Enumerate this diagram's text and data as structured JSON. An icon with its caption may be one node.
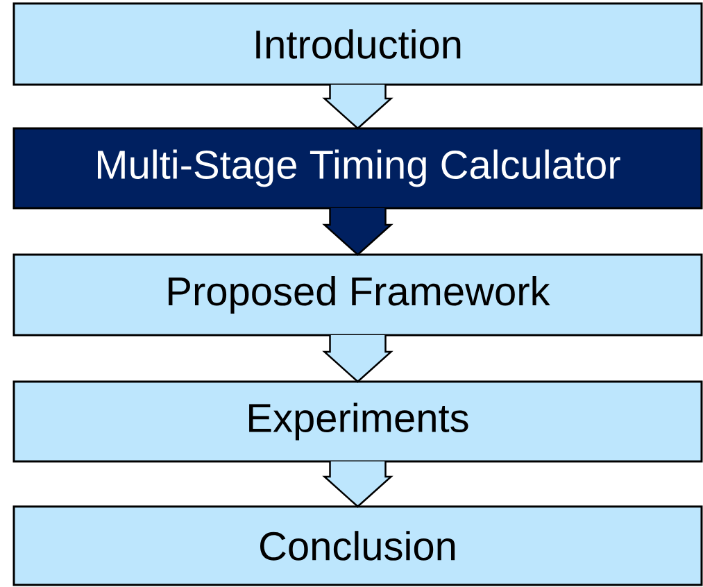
{
  "diagram": {
    "nodes": [
      {
        "text": [
          "Introduction"
        ]
      },
      {
        "text": [
          "Multi-Stage Timing Calculator"
        ]
      },
      {
        "text": [
          "Proposed Framework"
        ]
      },
      {
        "text": [
          "Experiments"
        ]
      },
      {
        "text": [
          "Conclusion"
        ]
      }
    ],
    "edges": [
      {
        "from": 0,
        "to": 1,
        "arrow": "to"
      },
      {
        "from": 1,
        "to": 2,
        "arrow": "to",
        "color": "#002060"
      },
      {
        "from": 2,
        "to": 3,
        "arrow": "to"
      },
      {
        "from": 3,
        "to": 4,
        "arrow": "to"
      }
    ]
  }
}
